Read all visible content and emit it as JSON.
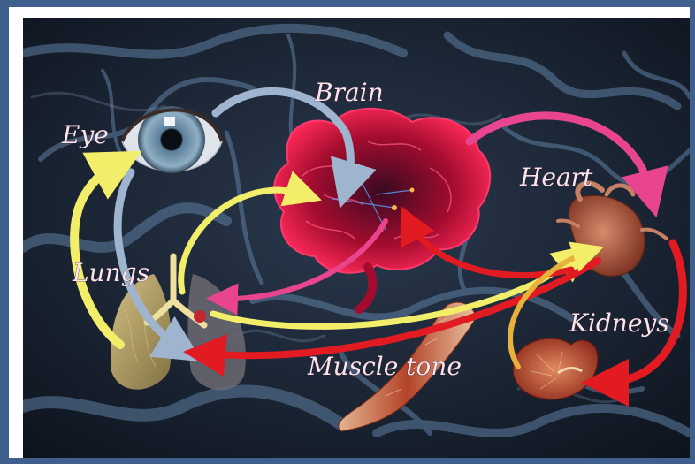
{
  "labels": {
    "eye": "Eye",
    "brain": "Brain",
    "heart": "Heart",
    "lungs": "Lungs",
    "kidneys": "Kidneys",
    "muscle": "Muscle tone"
  },
  "colors": {
    "background": "#1b2433",
    "vessel": "#5f7fa3",
    "brain": "#e0123a",
    "heart": "#b5614a",
    "lungs": "#cdb26a",
    "kidney": "#c24b34",
    "muscle": "#b3432a",
    "arrow_yellow": "#f2ee6a",
    "arrow_gray": "#9fb4cf",
    "arrow_pink": "#e8458e",
    "arrow_red": "#e21a22",
    "label_text": "#fbe4ee"
  },
  "icons": {
    "eye": "eye-icon",
    "brain": "brain-icon",
    "heart": "heart-icon",
    "lungs": "lungs-icon",
    "kidney": "kidney-icon",
    "muscle": "muscle-icon"
  }
}
